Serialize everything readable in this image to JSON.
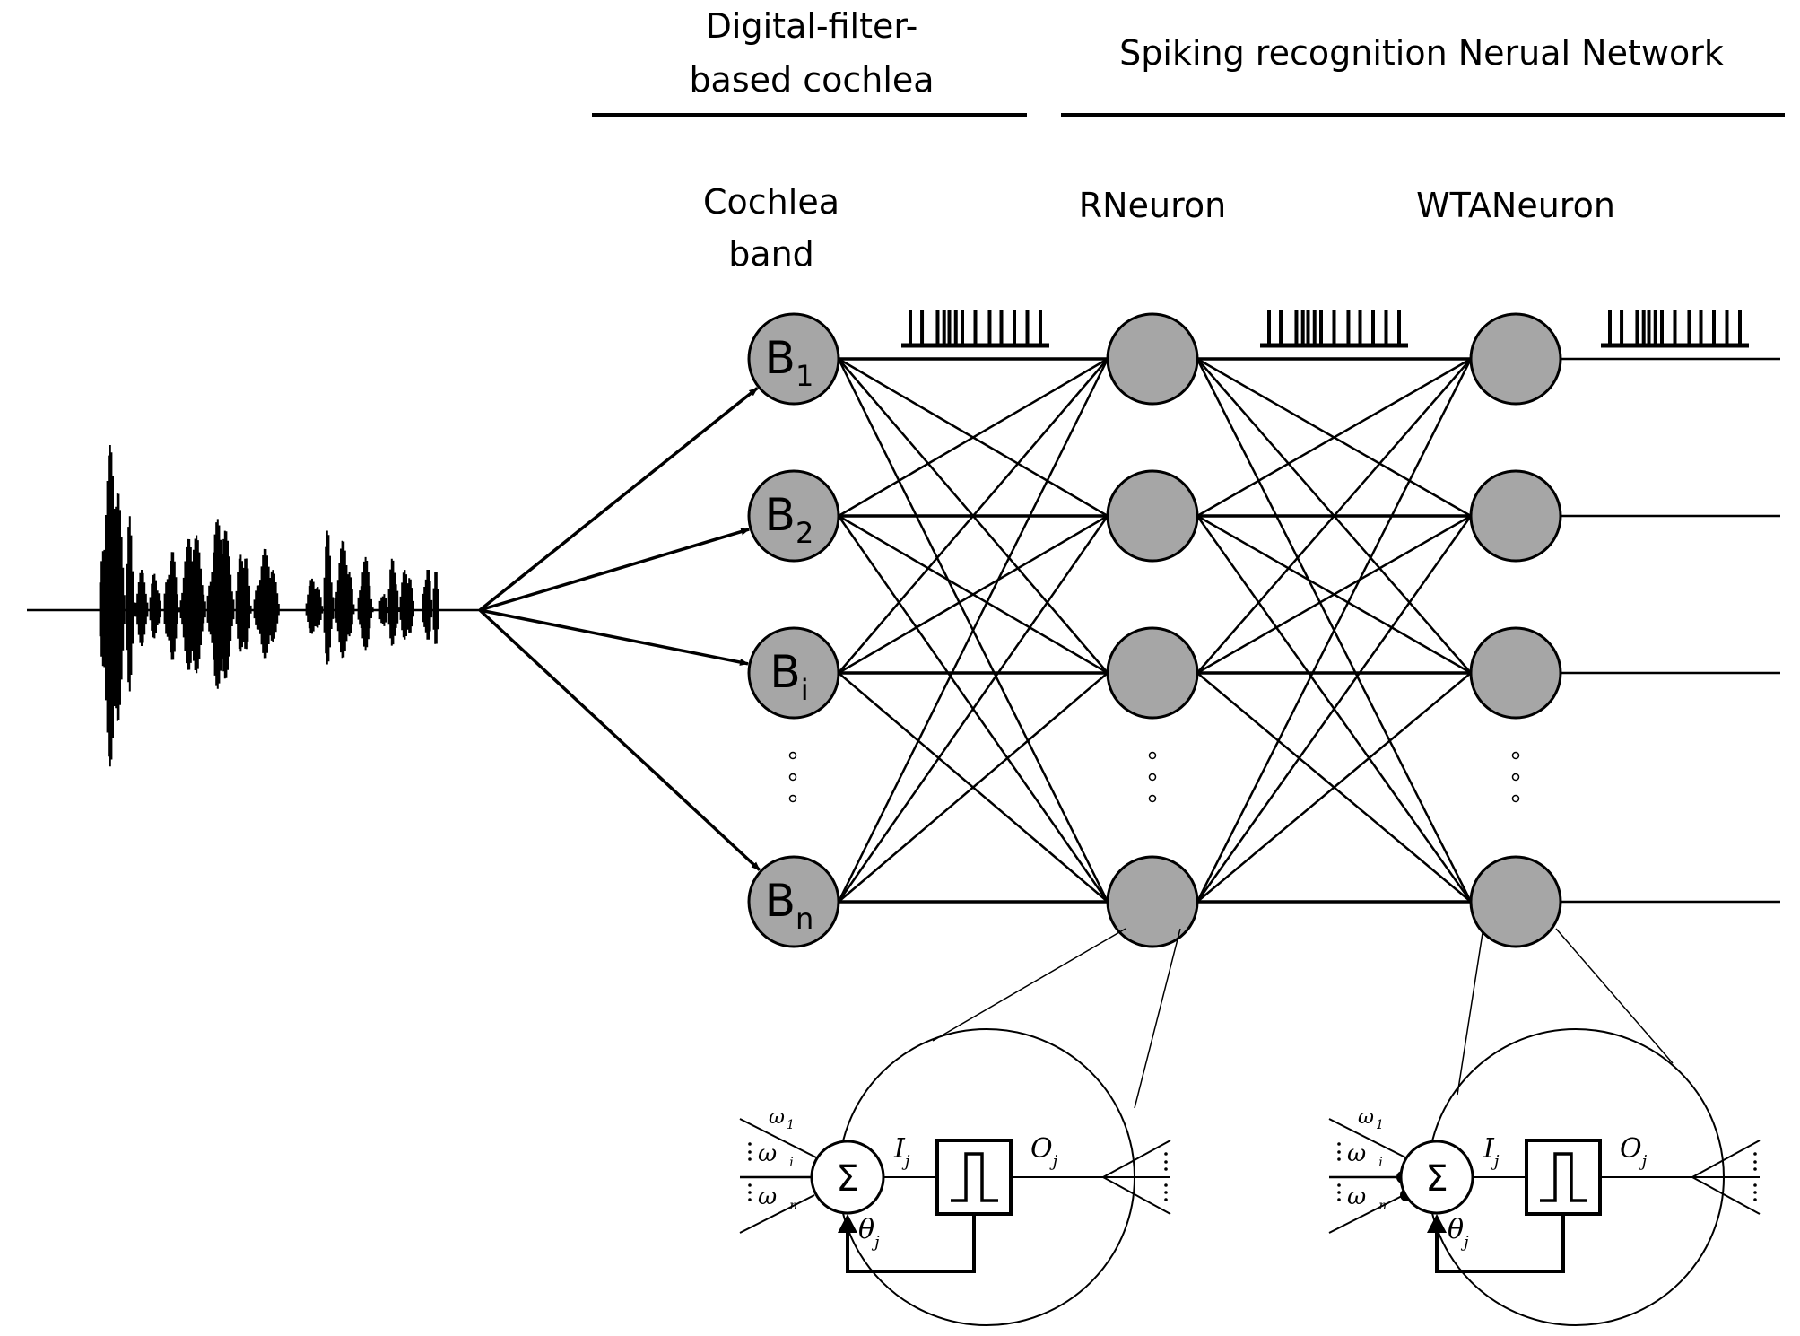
{
  "headers": {
    "cochlea_section": [
      "Digital-filter-",
      "based cochlea"
    ],
    "network_section": "Spiking recognition Nerual Network"
  },
  "layer_labels": {
    "cochlea_band": [
      "Cochlea",
      "band"
    ],
    "rneuron": "RNeuron",
    "wtaneuron": "WTANeuron"
  },
  "cochlea_bands": [
    {
      "base": "B",
      "sub": "1"
    },
    {
      "base": "B",
      "sub": "2"
    },
    {
      "base": "B",
      "sub": "i"
    },
    {
      "base": "B",
      "sub": "n"
    }
  ],
  "ellipsis_glyph": "⋮",
  "neuron_model": {
    "weights": [
      {
        "base": "ω",
        "sub": "1"
      },
      {
        "base": "ω",
        "sub": "i"
      },
      {
        "base": "ω",
        "sub": "n"
      }
    ],
    "sum_symbol": "Σ",
    "input_current": {
      "base": "I",
      "sub": "j"
    },
    "output": {
      "base": "O",
      "sub": "j"
    },
    "threshold": {
      "base": "θ",
      "sub": "j"
    }
  },
  "spike_train_relative_times": [
    0,
    0.09,
    0.21,
    0.26,
    0.3,
    0.35,
    0.4,
    0.5,
    0.61,
    0.7,
    0.8,
    0.9,
    1.0
  ],
  "colors": {
    "neuron_fill": "#a6a6a6",
    "stroke": "#000000",
    "background": "#ffffff"
  }
}
